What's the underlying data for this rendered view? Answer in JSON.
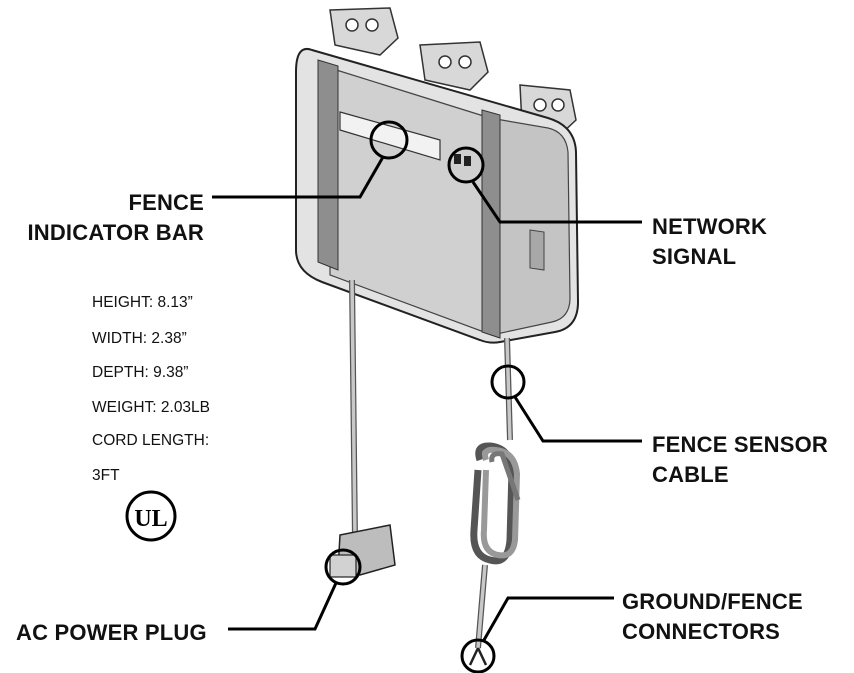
{
  "callouts": {
    "fence_indicator": {
      "line1": "FENCE",
      "line2": "INDICATOR BAR"
    },
    "network_signal": {
      "line1": "NETWORK",
      "line2": "SIGNAL"
    },
    "fence_sensor": {
      "line1": "FENCE SENSOR",
      "line2": "CABLE"
    },
    "ground_fence": {
      "line1": "GROUND/FENCE",
      "line2": "CONNECTORS"
    },
    "ac_power": {
      "line1": "AC POWER PLUG"
    }
  },
  "specs": [
    "HEIGHT: 8.13”",
    "WIDTH: 2.38”",
    "DEPTH: 9.38”",
    "WEIGHT: 2.03LB",
    "CORD LENGTH:",
    "3FT"
  ],
  "ul_mark": "UL",
  "colors": {
    "device_body": "#dcdcdc",
    "device_dark": "#8a8a8a",
    "line": "#000000",
    "cable": "#b5b5b5"
  }
}
